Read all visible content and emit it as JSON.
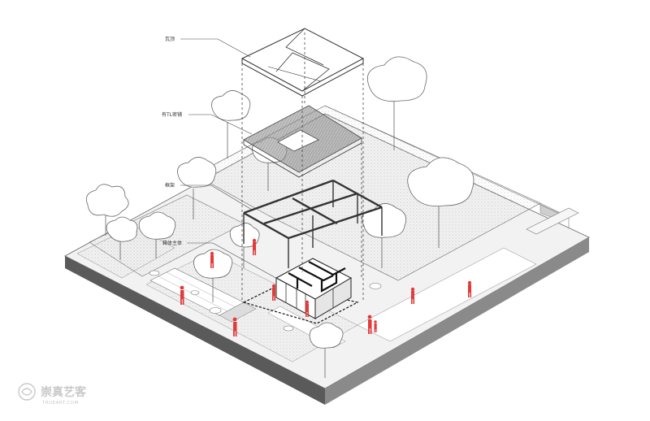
{
  "diagram": {
    "labels": {
      "roof": "瓦顶",
      "membrane": "有TL密铺",
      "frame": "框架",
      "box": "箱体主体"
    },
    "watermark": {
      "name": "崇真艺客",
      "site": "TRUEART.COM"
    },
    "colors": {
      "line": "#555555",
      "hatch_fill": "#9a9a9a",
      "figure_red": "#e23b3b",
      "ground": "#e9e9e9"
    }
  }
}
